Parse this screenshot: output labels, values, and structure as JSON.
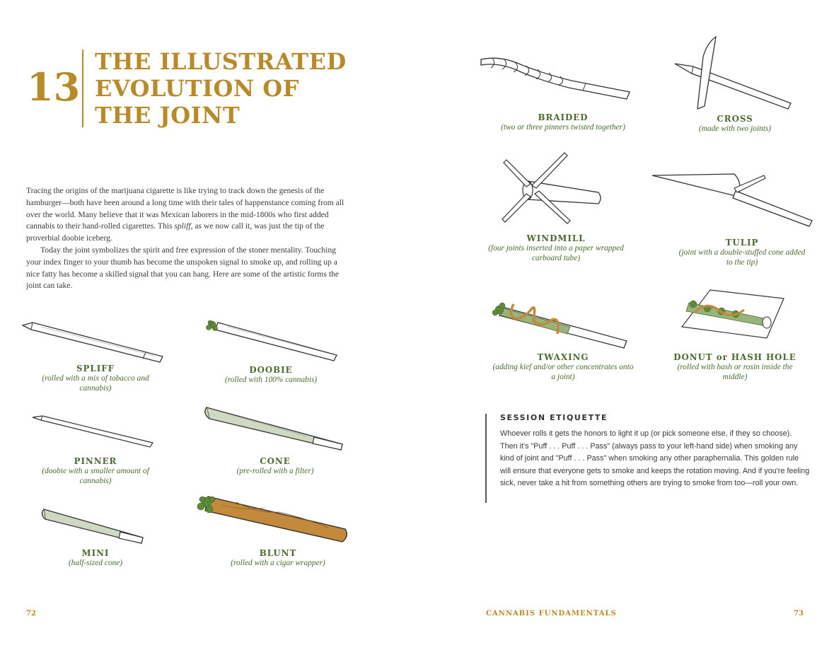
{
  "left_page": {
    "chapter_number": "13",
    "chapter_title_lines": [
      "THE ILLUSTRATED",
      "EVOLUTION OF",
      "THE JOINT"
    ],
    "intro": {
      "p1_a": "Tracing the origins of the marijuana cigarette is like trying to track down the genesis of the hamburger—both have been around a long time with their tales of happenstance coming from all over the world. Many believe that it was Mexican laborers in the mid-1800s who first added cannabis to their hand-rolled cigarettes. This ",
      "p1_em": "spliff,",
      "p1_b": " as we now call it, was just the tip of the proverbial doobie iceberg.",
      "p2": "Today the joint symbolizes the spirit and free expression of the stoner mentality. Touching your index finger to your thumb has become the unspoken signal to smoke up, and rolling up a nice fatty has become a skilled signal that you can hang. Here are some of the artistic forms the joint can take."
    },
    "joints": [
      {
        "name": "SPLIFF",
        "desc": "(rolled with a mix of tobacco and cannabis)"
      },
      {
        "name": "DOOBIE",
        "desc": "(rolled with 100% cannabis)"
      },
      {
        "name": "PINNER",
        "desc": "(doobie with a smaller amount of cannabis)"
      },
      {
        "name": "CONE",
        "desc": "(pre-rolled with a filter)"
      },
      {
        "name": "MINI",
        "desc": "(half-sized cone)"
      },
      {
        "name": "BLUNT",
        "desc": "(rolled with a cigar wrapper)"
      }
    ],
    "page_number": "72"
  },
  "right_page": {
    "joints": [
      {
        "name": "BRAIDED",
        "desc": "(two or three pinners twisted together)"
      },
      {
        "name": "CROSS",
        "desc": "(made with two joints)"
      },
      {
        "name": "WINDMILL",
        "desc": "(four joints inserted into a paper wrapped carboard tube)"
      },
      {
        "name": "TULIP",
        "desc": "(joint with a double-stuffed cone added to the tip)"
      },
      {
        "name": "TWAXING",
        "desc": "(adding kief and/or other concentrates onto a joint)"
      },
      {
        "name": "DONUT or HASH HOLE",
        "desc": "(rolled with hash or rosin inside the middle)"
      }
    ],
    "session": {
      "heading": "SESSION ETIQUETTE",
      "body": "Whoever rolls it gets the honors to light it up (or pick someone else, if they so choose). Then it's \"Puff . . . Puff . . . Pass\" (always pass to your left-hand side) when smoking any kind of joint and \"Puff . . . Pass\" when smoking any other paraphernalia. This golden rule will ensure that everyone gets to smoke and keeps the rotation moving. And if you're feeling sick, never take a hit from something others are trying to smoke from too—roll your own."
    },
    "running_head": "CANNABIS FUNDAMENTALS",
    "page_number": "73"
  },
  "colors": {
    "title_gold": "#b98a2a",
    "caption_green": "#4a6b2e",
    "paper_sage": "#cfd8c0",
    "blunt_brown": "#c48a3c",
    "cannabis_green": "#5f8a3a"
  },
  "icons": [
    "spliff-illustration",
    "doobie-illustration",
    "pinner-illustration",
    "cone-illustration",
    "mini-illustration",
    "blunt-illustration",
    "braided-illustration",
    "cross-illustration",
    "windmill-illustration",
    "tulip-illustration",
    "twaxing-illustration",
    "donut-illustration"
  ]
}
